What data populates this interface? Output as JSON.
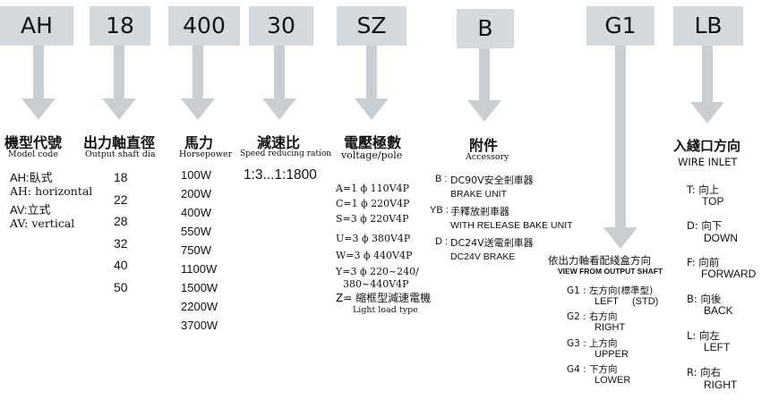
{
  "codes": [
    "AH",
    "18",
    "400",
    "30",
    "SZ",
    "B",
    "G1",
    "LB"
  ],
  "model": {
    "title": "機型代號",
    "sub": "Model code",
    "items": [
      "AH:臥式",
      "AH: horizontal",
      "AV:立式",
      "AV: vertical"
    ]
  },
  "shaft": {
    "title": "出力軸直徑",
    "sub": "Output shaft dia",
    "items": [
      "18",
      "22",
      "28",
      "32",
      "40",
      "50"
    ]
  },
  "power": {
    "title": "馬力",
    "sub": "Horsepower",
    "items": [
      "100W",
      "200W",
      "400W",
      "550W",
      "750W",
      "1100W",
      "1500W",
      "2200W",
      "3700W"
    ]
  },
  "ratio": {
    "title": "減速比",
    "sub": "Speed reducing ration",
    "range": "1:3...1:1800"
  },
  "voltage": {
    "title": "電壓極數",
    "sub": "voltage/pole",
    "items": [
      "A=1 ϕ 110V4P",
      "C=1 ϕ 220V4P",
      "S=3 ϕ 220V4P",
      "U=3 ϕ 380V4P",
      "W=3 ϕ 440V4P",
      "Y=3 ϕ 220~240/",
      "380~440V4P"
    ],
    "light": "Z= 縮框型減速電機",
    "light_sub": "Light load type"
  },
  "accessory": {
    "title": "附件",
    "sub": "Accessory",
    "b_code": "B :",
    "b_cn": "DC90V安全剎車器",
    "b_en": "BRAKE UNIT",
    "yb_code": "YB :",
    "yb_cn": "手釋放剎車器",
    "yb_en": "WITH RELEASE BAKE UNIT",
    "d_code": "D :",
    "d_cn": "DC24V送電剎車器",
    "d_en": "DC24V BRAKE"
  },
  "output_view": {
    "title": "依出力軸看配綫盒方向",
    "sub": "VIEW FROM OUTPUT SHAFT",
    "g1_cn": "G1 : 左方向(標準型)",
    "g1_en": "LEFT     (STD)",
    "g2_cn": "G2 : 右方向",
    "g2_en": "RIGHT",
    "g3_cn": "G3 : 上方向",
    "g3_en": "UPPER",
    "g4_cn": "G4 : 下方向",
    "g4_en": "LOWER"
  },
  "wire_inlet": {
    "title": "入綫口方向",
    "sub": "WIRE INLET",
    "t_cn": "T: 向上",
    "t_en": "TOP",
    "d_cn": "D: 向下",
    "d_en": "DOWN",
    "f_cn": "F: 向前",
    "f_en": "FORWARD",
    "b_cn": "B: 向後",
    "b_en": "BACK",
    "l_cn": "L: 向左",
    "l_en": "LEFT",
    "r_cn": "R: 向右",
    "r_en": "RIGHT"
  },
  "colors": {
    "box": "#d4d9de",
    "arrow": "#c9ced3"
  }
}
